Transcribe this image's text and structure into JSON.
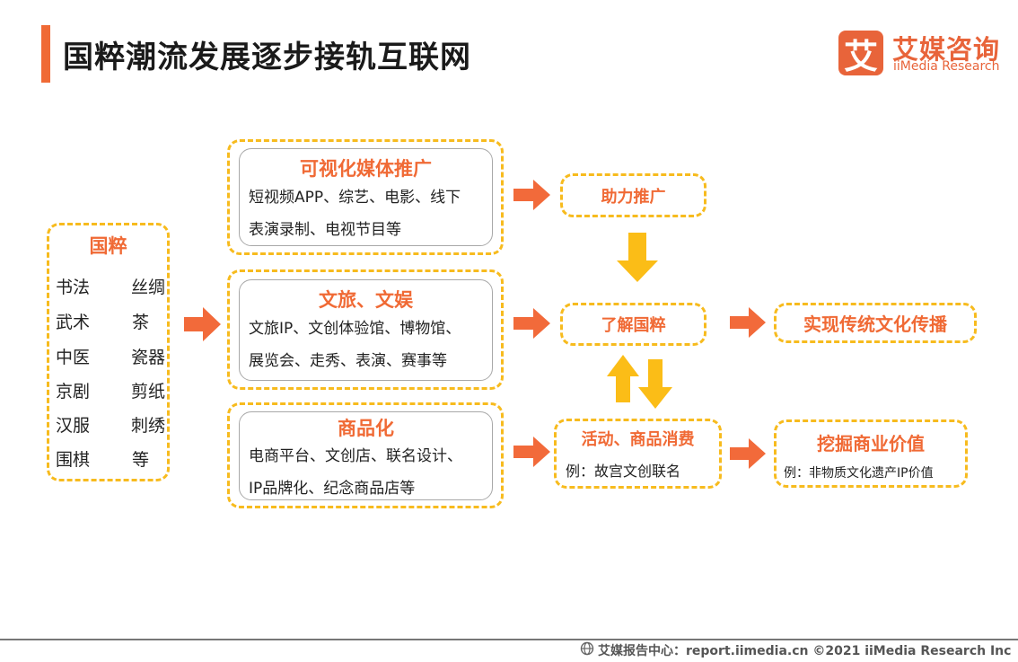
{
  "title": "国粹潮流发展逐步接轨互联网",
  "logo": {
    "mark": "艾",
    "name_cn": "艾媒咨询",
    "name_en": "iiMedia Research"
  },
  "guocui": {
    "title": "国粹",
    "items": [
      [
        "书法",
        "丝绸"
      ],
      [
        "武术",
        "茶"
      ],
      [
        "中医",
        "瓷器"
      ],
      [
        "京剧",
        "剪纸"
      ],
      [
        "汉服",
        "刺绣"
      ],
      [
        "围棋",
        "等"
      ]
    ]
  },
  "channels": [
    {
      "title": "可视化媒体推广",
      "lines": [
        "短视频APP、综艺、电影、线下",
        "表演录制、电视节目等"
      ]
    },
    {
      "title": "文旅、文娱",
      "lines": [
        "文旅IP、文创体验馆、博物馆、",
        "展览会、走秀、表演、赛事等"
      ]
    },
    {
      "title": "商品化",
      "lines": [
        "电商平台、文创店、联名设计、",
        "IP品牌化、纪念商品店等"
      ]
    }
  ],
  "middle": {
    "promote": "助力推广",
    "understand": "了解国粹",
    "consume_title": "活动、商品消费",
    "consume_example": "例：故宫文创联名"
  },
  "right": {
    "spread": "实现传统文化传播",
    "mine_title": "挖掘商业价值",
    "mine_example": "例：非物质文化遗产IP价值"
  },
  "footer": "艾媒报告中心：report.iimedia.cn   ©2021  iiMedia Research  Inc",
  "colors": {
    "accent": "#f06a35",
    "dash": "#f7bb1e",
    "arrow_orange": "#f26a3a",
    "arrow_yellow": "#fbbd17"
  }
}
